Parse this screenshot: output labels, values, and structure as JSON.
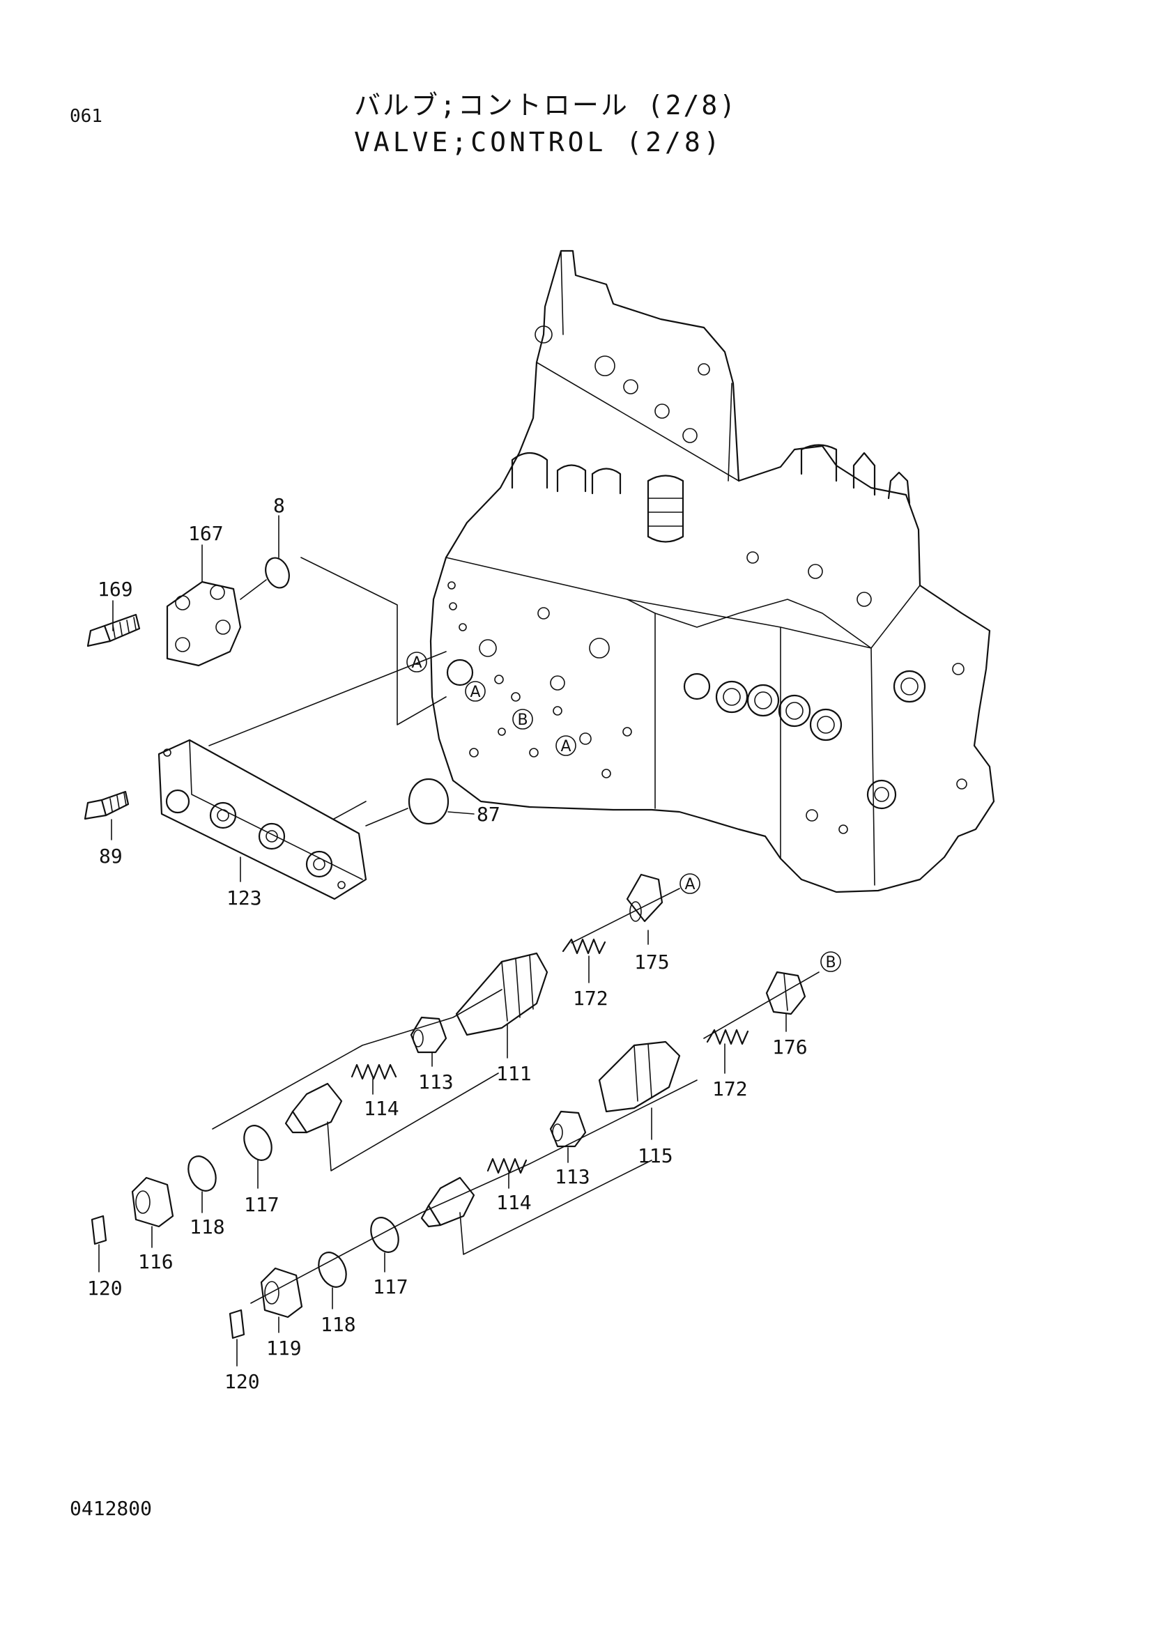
{
  "header": {
    "page_code": "061",
    "title_jp": "バルブ;コントロール (2/8)",
    "title_en": "VALVE;CONTROL (2/8)"
  },
  "footer": {
    "drawing_number": "0412800"
  },
  "reference_marks": {
    "a": "A",
    "b": "B"
  },
  "part_callouts": {
    "p8": "8",
    "p167": "167",
    "p169": "169",
    "p89": "89",
    "p87": "87",
    "p123": "123",
    "p175": "175",
    "p172a": "172",
    "p111": "111",
    "p113a": "113",
    "p114a": "114",
    "p117a": "117",
    "p118a": "118",
    "p116": "116",
    "p120a": "120",
    "p176": "176",
    "p172b": "172",
    "p115": "115",
    "p113b": "113",
    "p114b": "114",
    "p117b": "117",
    "p118b": "118",
    "p119": "119",
    "p120b": "120"
  }
}
